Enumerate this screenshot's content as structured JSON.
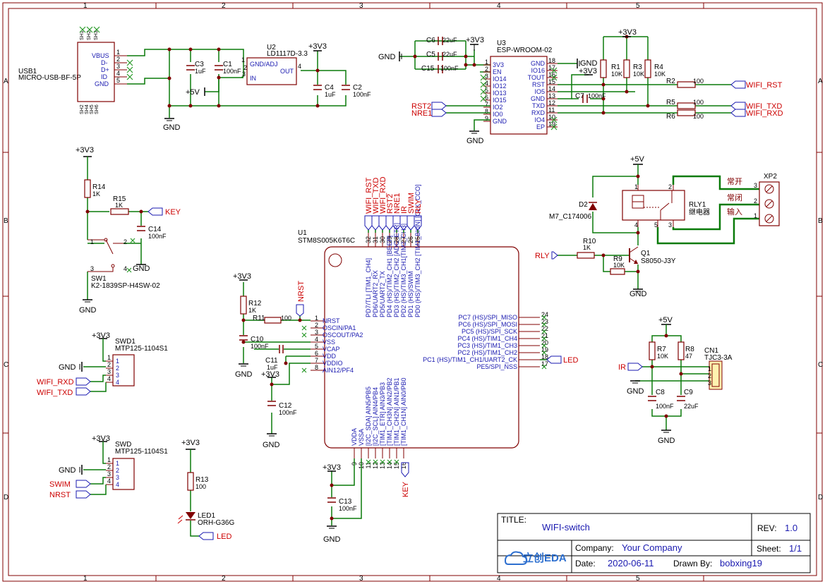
{
  "frame": {
    "cols": [
      "1",
      "2",
      "3",
      "4",
      "5"
    ],
    "rows": [
      "A",
      "B",
      "C",
      "D"
    ]
  },
  "title_block": {
    "title_label": "TITLE:",
    "title": "WIFI-switch",
    "rev_label": "REV:",
    "rev": "1.0",
    "company_label": "Company:",
    "company": "Your Company",
    "sheet_label": "Sheet:",
    "sheet": "1/1",
    "date_label": "Date:",
    "date": "2020-06-11",
    "drawn_label": "Drawn By:",
    "drawn": "bobxing19",
    "logo_text": "立创EDA"
  },
  "power": {
    "v33": "+3V3",
    "v5": "+5V",
    "gnd": "GND"
  },
  "usb": {
    "ref": "USB1",
    "value": "MICRO-USB-BF-5P",
    "pins": [
      "VBUS",
      "D-",
      "D+",
      "ID",
      "GND"
    ],
    "pin_nums": [
      "1",
      "2",
      "3",
      "4",
      "5"
    ],
    "shield_top": [
      "SH1",
      "SH2",
      "SH3"
    ],
    "shield_bot": [
      "SH2",
      "SH4",
      "SH5",
      "SH6"
    ]
  },
  "ldo": {
    "ref": "U2",
    "value": "LD1117D-3.3",
    "pin_gnd": "GND/ADJ",
    "pin_out": "OUT",
    "pin_in": "IN",
    "n1": "1",
    "n2": "2",
    "n3": "3",
    "n4": "4"
  },
  "caps": {
    "c3": {
      "ref": "C3",
      "val": "1uF"
    },
    "c1": {
      "ref": "C1",
      "val": "100nF"
    },
    "c4": {
      "ref": "C4",
      "val": "1uF"
    },
    "c2": {
      "ref": "C2",
      "val": "100nF"
    },
    "c6": {
      "ref": "C6",
      "val": "22uF"
    },
    "c5": {
      "ref": "C5",
      "val": "22uF"
    },
    "c15": {
      "ref": "C15",
      "val": "100nF"
    },
    "c7": {
      "ref": "C7",
      "val": "100nF"
    },
    "c14": {
      "ref": "C14",
      "val": "100nF"
    },
    "c10": {
      "ref": "C10",
      "val": "100nF"
    },
    "c11": {
      "ref": "C11",
      "val": "1uF"
    },
    "c12": {
      "ref": "C12",
      "val": "100nF"
    },
    "c13": {
      "ref": "C13",
      "val": "100nF"
    },
    "c8": {
      "ref": "C8",
      "val": "100nF"
    },
    "c9": {
      "ref": "C9",
      "val": "22uF"
    }
  },
  "esp": {
    "ref": "U3",
    "value": "ESP-WROOM-02",
    "left_pins": [
      "3V3",
      "EN",
      "IO14",
      "IO12",
      "IO13",
      "IO15",
      "IO2",
      "IO0",
      "GND"
    ],
    "left_nums": [
      "1",
      "2",
      "3",
      "4",
      "5",
      "6",
      "7",
      "8",
      "9"
    ],
    "right_pins": [
      "GND",
      "IO16",
      "TOUT",
      "RST",
      "IO5",
      "GND",
      "TXD",
      "RXD",
      "IO4",
      "EP"
    ],
    "right_nums": [
      "18",
      "17",
      "16",
      "15",
      "14",
      "13",
      "12",
      "11",
      "10",
      "19"
    ]
  },
  "pullups": {
    "r1": {
      "ref": "R1",
      "val": "10K"
    },
    "r3": {
      "ref": "R3",
      "val": "10K"
    },
    "r4": {
      "ref": "R4",
      "val": "10K"
    },
    "r2": {
      "ref": "R2",
      "val": "100"
    },
    "r5": {
      "ref": "R5",
      "val": "100"
    },
    "r6": {
      "ref": "R6",
      "val": "100"
    }
  },
  "nets": {
    "wifi_rst": "WIFI_RST",
    "wifi_txd": "WIFI_TXD",
    "wifi_rxd": "WIFI_RXD",
    "rst2": "RST2",
    "nre1": "NRE1",
    "key": "KEY",
    "nrst": "NRST",
    "led": "LED",
    "rly": "RLY",
    "ir": "IR",
    "swim": "SWIM"
  },
  "key_section": {
    "r14": {
      "ref": "R14",
      "val": "1K"
    },
    "r15": {
      "ref": "R15",
      "val": "1K"
    },
    "sw_ref": "SW1",
    "sw_val": "K2-1839SP-H4SW-02",
    "n1": "1",
    "n2": "2",
    "n3": "3",
    "n4": "4"
  },
  "swd1": {
    "ref": "SWD1",
    "value": "MTP125-1104S1",
    "nums": [
      "1",
      "2",
      "3",
      "4"
    ]
  },
  "swd": {
    "ref": "SWD",
    "value": "MTP125-1104S1",
    "nums": [
      "1",
      "2",
      "3",
      "4"
    ]
  },
  "led1": {
    "r13": {
      "ref": "R13",
      "val": "100"
    },
    "ref": "LED1",
    "val": "ORH-G36G"
  },
  "mcu": {
    "ref": "U1",
    "value": "STM8S005K6T6C",
    "top_pins": [
      "PD7/TLI [TIM1_CH4]",
      "PD6/UART2_RX",
      "PD5/UART2_TX",
      "PD4 (HS)/TIM2_CH1 [BEEP]",
      "PD3 (HS)/TIM2_CH2 [ADC_ETR]",
      "PD2 (HS)/TIM3_CH1[TIM2_CH3]",
      "PD1 (HS)/SWIM",
      "PD0 (HS)/TIM3_CH2 [TIM1_BKIN] [CLK_CCO]"
    ],
    "top_nums": [
      "32",
      "31",
      "30",
      "29",
      "28",
      "27",
      "26",
      "25"
    ],
    "top_nets": [
      "WIFI_RST",
      "WIFI_TXD",
      "WIFI_RXD",
      "RST2",
      "NRE1",
      "IR",
      "SWIM",
      "RLY"
    ],
    "left_pins": [
      "NRST",
      "OSCIN/PA1",
      "OSCOUT/PA2",
      "VSS",
      "VCAP",
      "VDD",
      "VDDIO",
      "AIN12/PF4"
    ],
    "left_nums": [
      "1",
      "2",
      "3",
      "4",
      "5",
      "6",
      "7",
      "8"
    ],
    "right_pins": [
      "PC7 (HS)/SPI_MISO",
      "PC6 (HS)/SPI_MOSI",
      "PC5 (HS)/SPI_SCK",
      "PC4 (HS)/TIM1_CH4",
      "PC3 (HS)/TIM1_CH3",
      "PC2 (HS)/TIM1_CH2",
      "PC1 (HS)/TIM1_CH1/UART2_CK",
      "PE5/SPI_NSS"
    ],
    "right_nums": [
      "24",
      "23",
      "22",
      "21",
      "20",
      "19",
      "18",
      "17"
    ],
    "bottom_pins": [
      "VDDA",
      "VSSA",
      "[I2C_SDA] AIN5/PB5",
      "[I2C_SCL] AIN4/PB4",
      "[TIM1_ETR] AIN3/PB3",
      "[TIM1_CH3N] AIN2/PB2",
      "[TIM1_CH2N] AIN1/PB1",
      "[TIM1_CH1N] AIN0/PB0"
    ],
    "bottom_nums": [
      "9",
      "10",
      "11",
      "12",
      "13",
      "14",
      "15",
      "16"
    ]
  },
  "mcu_passives": {
    "r12": {
      "ref": "R12",
      "val": "1K"
    },
    "r11": {
      "ref": "R11",
      "val": "100"
    }
  },
  "relay": {
    "d2": {
      "ref": "D2",
      "val": "M7_C174006"
    },
    "rly_ref": "RLY1",
    "rly_val": "继电器",
    "r10": {
      "ref": "R10",
      "val": "1K"
    },
    "r9": {
      "ref": "R9",
      "val": "10K"
    },
    "q1": {
      "ref": "Q1",
      "val": "S8050-J3Y"
    },
    "xp2": "XP2",
    "xp_labels": [
      "常开",
      "常闭",
      "输入"
    ],
    "xp_nums": [
      "3",
      "2",
      "1"
    ],
    "rly_pins": [
      "1",
      "2",
      "4",
      "5",
      "3"
    ]
  },
  "ir_section": {
    "r7": {
      "ref": "R7",
      "val": "10K"
    },
    "r8": {
      "ref": "R8",
      "val": "47"
    },
    "cn1_ref": "CN1",
    "cn1_val": "TJC3-3A",
    "nums": [
      "1",
      "2",
      "3"
    ]
  }
}
